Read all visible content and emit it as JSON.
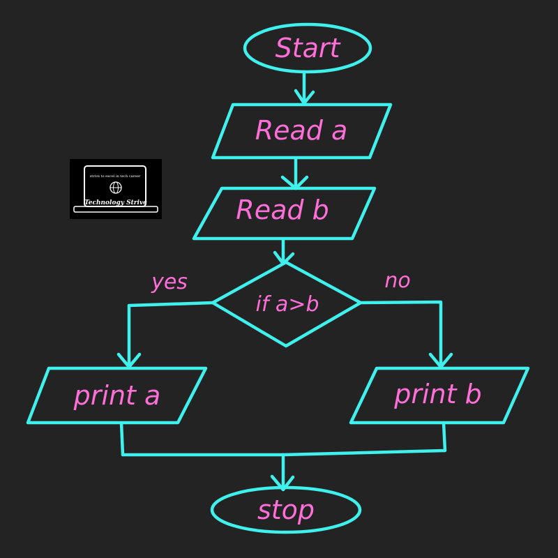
{
  "flowchart": {
    "start": "Start",
    "read_a": "Read a",
    "read_b": "Read b",
    "decision": "if a>b",
    "yes_label": "yes",
    "no_label": "no",
    "print_a": "print a",
    "print_b": "print b",
    "stop": "stop"
  },
  "logo": {
    "tagline": "strive to excel in tech career",
    "name": "Technology Strive",
    "icon": "globe-icon"
  },
  "colors": {
    "background": "#232323",
    "stroke": "#3ff0ec",
    "text": "#ff6fd8"
  }
}
